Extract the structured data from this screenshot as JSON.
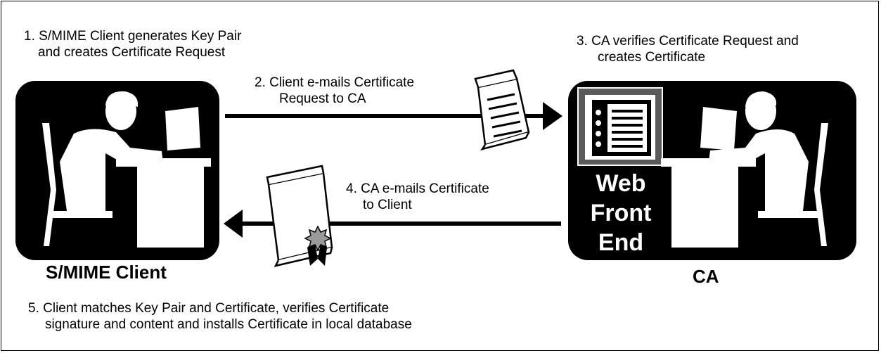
{
  "steps": {
    "step1": {
      "line1": "1. S/MIME Client generates Key Pair",
      "line2": "and creates Certificate Request"
    },
    "step2": {
      "line1": "2. Client e-mails Certificate",
      "line2": "Request to CA"
    },
    "step3": {
      "line1": "3. CA verifies Certificate Request and",
      "line2": "creates Certificate"
    },
    "step4": {
      "line1": "4. CA e-mails Certificate",
      "line2": "to Client"
    },
    "step5": {
      "line1": "5. Client matches Key Pair and Certificate, verifies Certificate",
      "line2": "signature and content and installs Certificate in local database"
    }
  },
  "nodes": {
    "client_label": "S/MIME Client",
    "ca_label": "CA",
    "web_front_end": {
      "line1": "Web",
      "line2": "Front",
      "line3": "End"
    }
  },
  "colors": {
    "panel": "#000000",
    "figure": "#ffffff",
    "screen": "#5a5a5a",
    "seal": "#9a9a9a"
  }
}
